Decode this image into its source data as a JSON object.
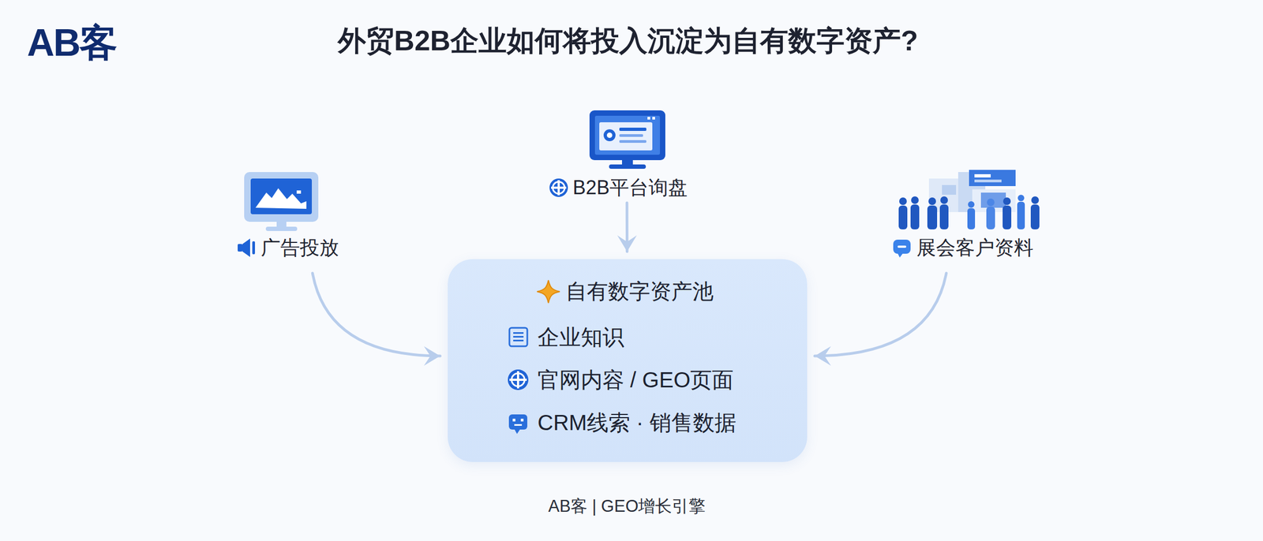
{
  "diagram": {
    "title": "外贸B2B企业如何将投入沉淀为自有数字资产?",
    "caption": "AB客 | GEO增长引擎",
    "nodes": [
      {
        "text": [
          "广告投放"
        ]
      },
      {
        "text": [
          "B2B平台询盘"
        ]
      },
      {
        "text": [
          "展会客户资料"
        ]
      },
      {
        "text": [
          "自有数字资产池",
          "企业知识",
          "官网内容 / GEO页面",
          "CRM线索 · 销售数据"
        ]
      }
    ],
    "edges": [
      {
        "from": 0,
        "to": 3,
        "arrow": "to"
      },
      {
        "from": 1,
        "to": 3,
        "arrow": "to"
      },
      {
        "from": 2,
        "to": 3,
        "arrow": "to"
      }
    ],
    "labels": [
      "AB客"
    ]
  }
}
